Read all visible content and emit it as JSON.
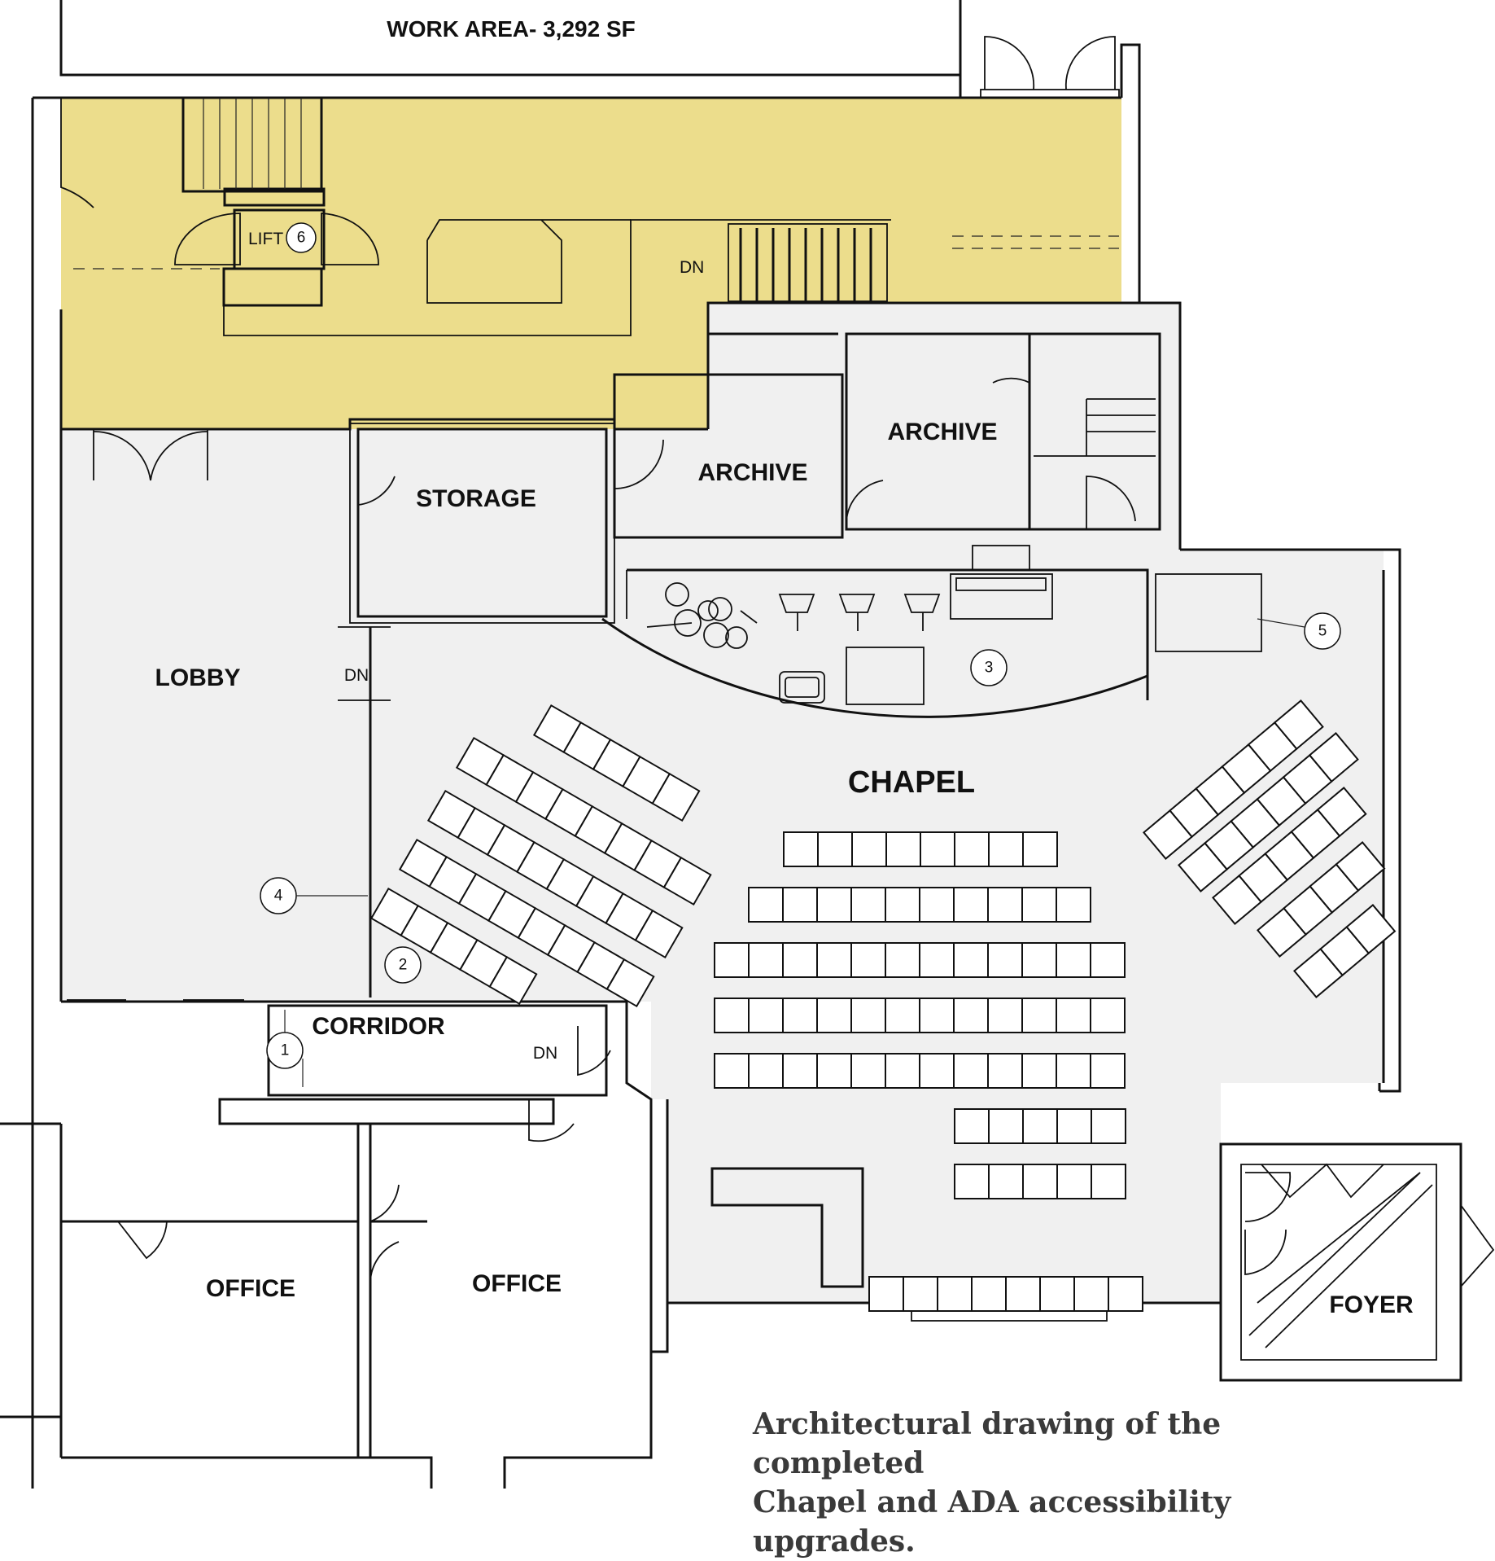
{
  "colors": {
    "work_area_fill": "#ecdd8c",
    "floor_fill": "#f0f0f0",
    "wall": "#111111"
  },
  "labels": {
    "work_area": "WORK AREA- 3,292 SF",
    "lift": "LIFT",
    "dn_stair_top": "DN",
    "dn_lobby": "DN",
    "dn_corridor": "DN",
    "storage": "STORAGE",
    "archive_left": "ARCHIVE",
    "archive_right": "ARCHIVE",
    "lobby": "LOBBY",
    "chapel": "CHAPEL",
    "corridor": "CORRIDOR",
    "office_left": "OFFICE",
    "office_right": "OFFICE",
    "foyer": "FOYER"
  },
  "tags": {
    "t1": "1",
    "t2": "2",
    "t3": "3",
    "t4": "4",
    "t5": "5",
    "t6": "6"
  },
  "caption": {
    "line1": "Architectural drawing of the completed",
    "line2": "Chapel and  ADA accessibility upgrades."
  },
  "icons": [
    "drum-kit-icon",
    "music-stand-icon",
    "piano-icon",
    "pulpit-icon",
    "door-swing-icon",
    "stair-icon"
  ]
}
